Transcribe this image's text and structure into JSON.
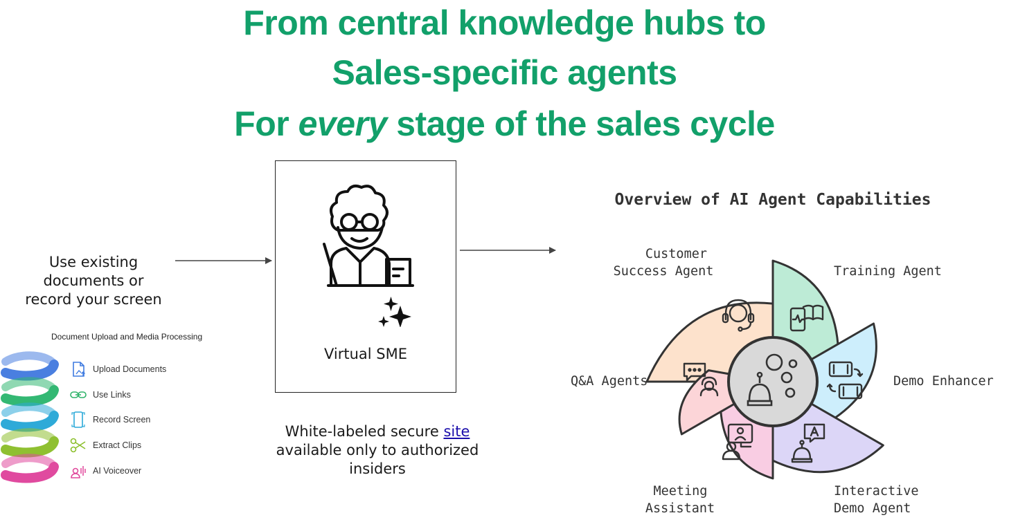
{
  "headline": {
    "line1": "From central knowledge hubs to",
    "line2": "Sales-specific agents",
    "line3_before": "For ",
    "line3_emph": "every",
    "line3_after": " stage of the sales cycle"
  },
  "input_text": "Use existing documents or record your screen",
  "doc_processing": {
    "heading": "Document Upload and Media Processing",
    "items": [
      {
        "label": "Upload Documents",
        "icon": "upload-document-icon",
        "color": "#3f7be0"
      },
      {
        "label": "Use Links",
        "icon": "link-icon",
        "color": "#2fb36a"
      },
      {
        "label": "Record Screen",
        "icon": "record-screen-icon",
        "color": "#2aa9d8"
      },
      {
        "label": "Extract Clips",
        "icon": "scissors-icon",
        "color": "#8bbf2c"
      },
      {
        "label": "AI Voiceover",
        "icon": "voiceover-icon",
        "color": "#e0479b"
      }
    ],
    "coil_colors": [
      "#4a7fe0",
      "#33b873",
      "#2eaad8",
      "#8fc031",
      "#e04a9f"
    ]
  },
  "sme": {
    "label": "Virtual SME",
    "caption_before": "White-labeled secure ",
    "caption_link": "site",
    "caption_after": " available only to authorized insiders"
  },
  "overview": {
    "title": "Overview of AI Agent Capabilities",
    "segments": [
      {
        "label": "Customer Success Agent",
        "color": "#fde2cc",
        "icon": "headset-icon"
      },
      {
        "label": "Training Agent",
        "color": "#bdebd6",
        "icon": "training-icon"
      },
      {
        "label": "Demo Enhancer",
        "color": "#cdeefc",
        "icon": "demo-switch-icon"
      },
      {
        "label": "Interactive Demo Agent",
        "color": "#dcd6f7",
        "icon": "interactive-bot-icon"
      },
      {
        "label": "Meeting Assistant",
        "color": "#f9cde3",
        "icon": "meeting-icon"
      },
      {
        "label": "Q&A Agents",
        "color": "#fcd5d8",
        "icon": "chat-icon"
      }
    ]
  }
}
